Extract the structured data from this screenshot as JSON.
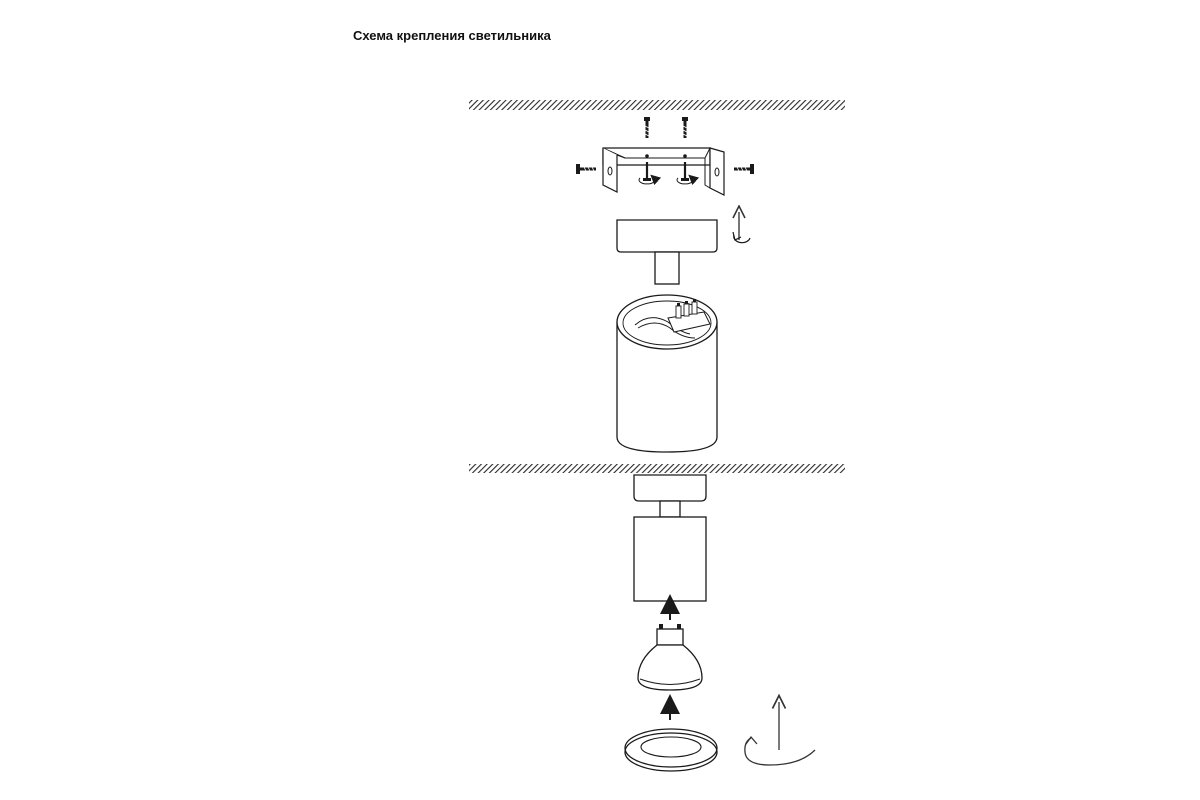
{
  "title": "Схема крепления светильника",
  "colors": {
    "stroke": "#1a1a1a",
    "fill": "#ffffff",
    "ceiling_hatch": "#2a2a2a",
    "bulb_face": "#cfcfcf",
    "rotate_arrow": "#333333"
  },
  "steps": [
    {
      "name": "ceiling",
      "description_icon": "hatched-ceiling"
    },
    {
      "name": "mounting-bracket-with-screws",
      "description_icon": "bracket"
    },
    {
      "name": "ceiling-cap",
      "description_icon": "cap"
    },
    {
      "name": "cylinder-body-with-terminal-block",
      "description_icon": "housing"
    },
    {
      "name": "assembled-fixture",
      "description_icon": "fixture"
    },
    {
      "name": "gu10-bulb",
      "description_icon": "bulb"
    },
    {
      "name": "retaining-ring",
      "description_icon": "ring"
    }
  ]
}
